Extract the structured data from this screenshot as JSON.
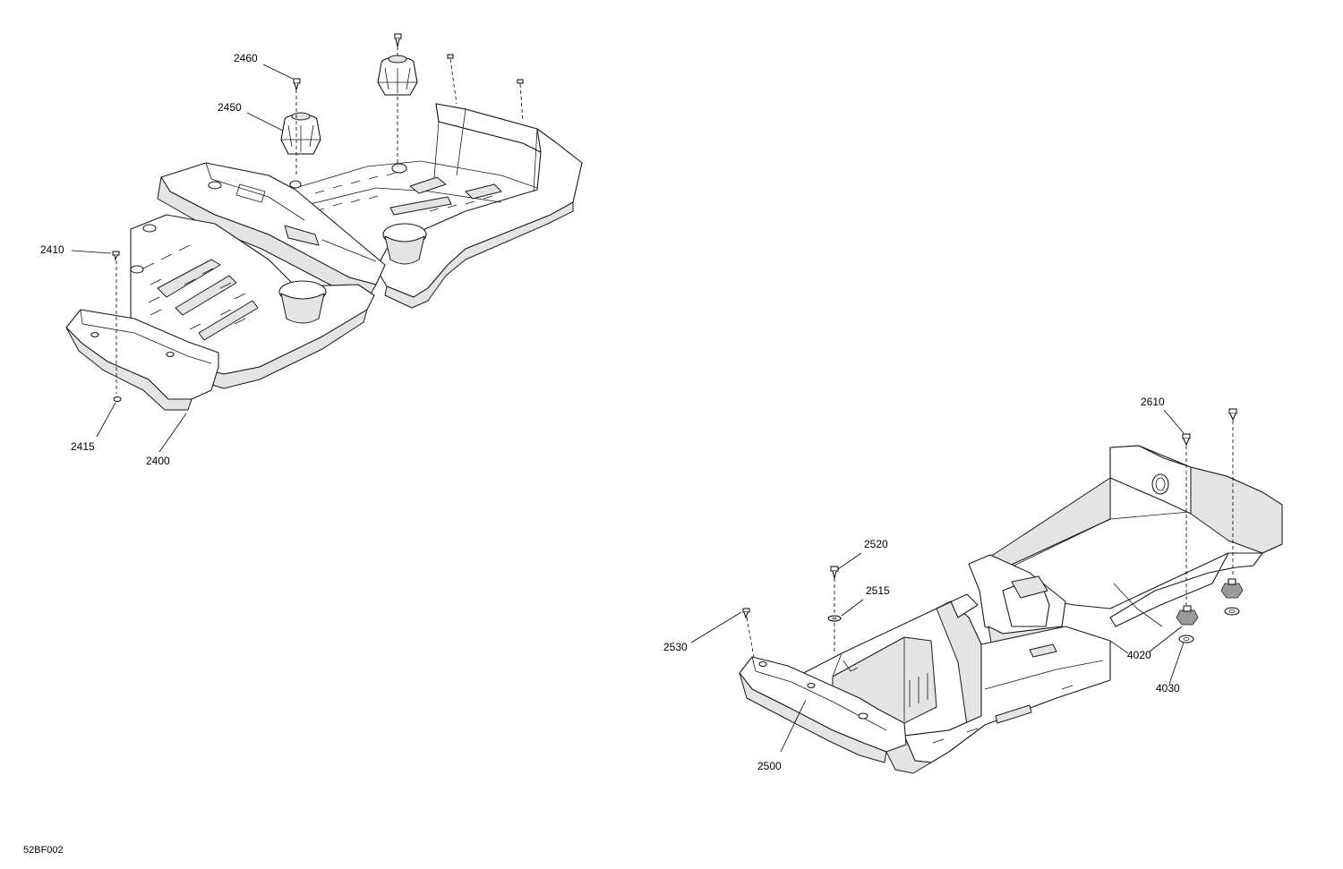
{
  "drawing_code": "52BF002",
  "callouts": [
    {
      "id": "2460",
      "text": "2460"
    },
    {
      "id": "2450",
      "text": "2450"
    },
    {
      "id": "2410",
      "text": "2410"
    },
    {
      "id": "2415",
      "text": "2415"
    },
    {
      "id": "2400",
      "text": "2400"
    },
    {
      "id": "2610",
      "text": "2610"
    },
    {
      "id": "2520",
      "text": "2520"
    },
    {
      "id": "2515",
      "text": "2515"
    },
    {
      "id": "2530",
      "text": "2530"
    },
    {
      "id": "4020",
      "text": "4020"
    },
    {
      "id": "4030",
      "text": "4030"
    },
    {
      "id": "2500",
      "text": "2500"
    }
  ]
}
